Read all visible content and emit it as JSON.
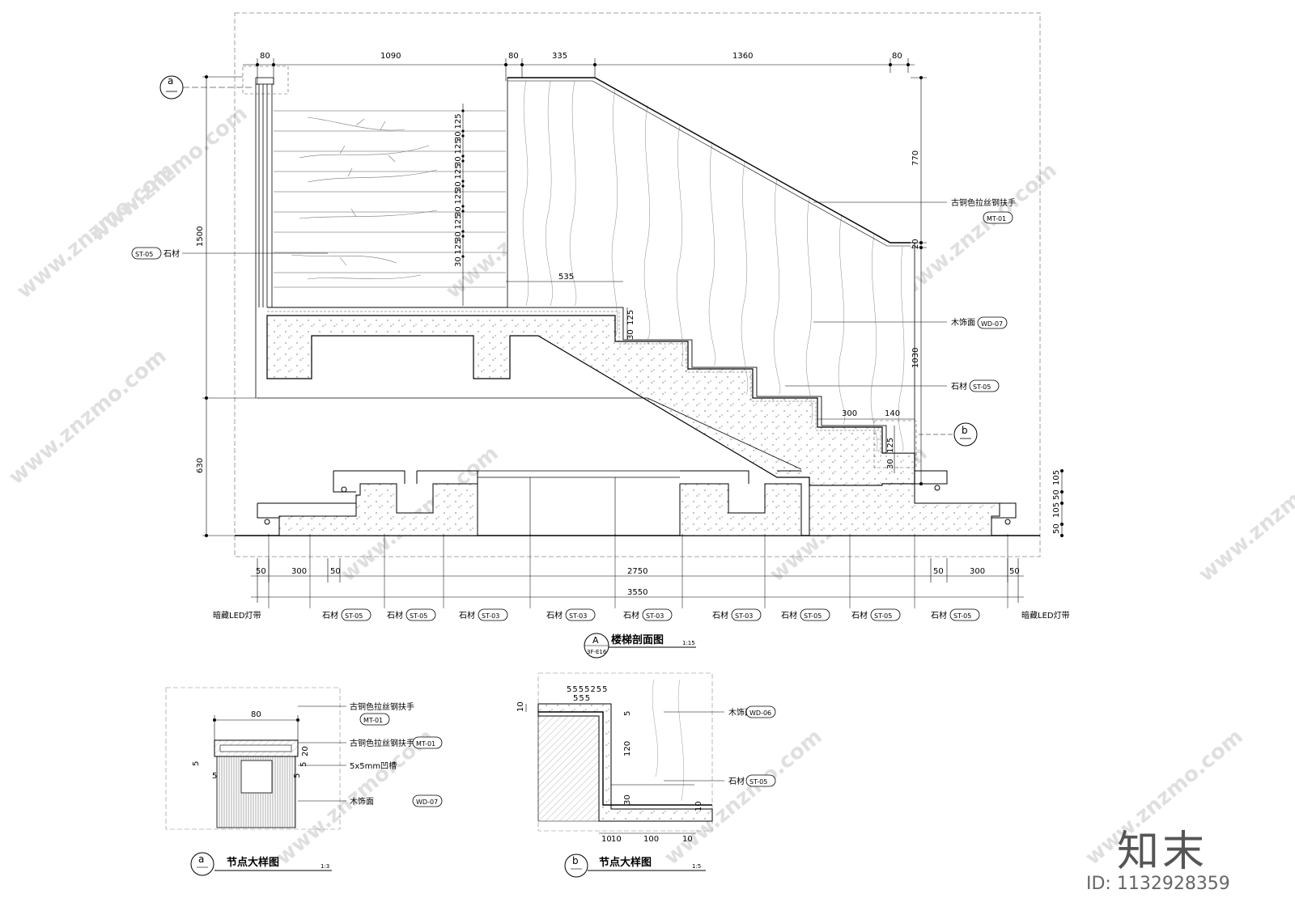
{
  "main_section": {
    "title": "楼梯剖面图",
    "scale": "1:15",
    "tag_letter": "A",
    "tag_ref": "3F-E16",
    "top_dims": [
      "80",
      "1090",
      "80",
      "335",
      "1360",
      "80"
    ],
    "bottom_dims_row1": [
      "50",
      "300",
      "50",
      "2750",
      "50",
      "300",
      "50"
    ],
    "bottom_total": "3550",
    "left_dims": [
      "1500",
      "630"
    ],
    "rail_spacing": [
      "125",
      "30",
      "125",
      "30",
      "125",
      "30",
      "125",
      "30",
      "125",
      "30",
      "125",
      "30"
    ],
    "right_dims": [
      "770",
      "20",
      "1030"
    ],
    "inner_dims": {
      "d535": "535",
      "d125": "125",
      "d30": "30",
      "d300": "300",
      "d140": "140",
      "d125b": "125",
      "d30b": "30",
      "d105a": "105",
      "d50a": "50",
      "d105b": "105",
      "d50b": "50"
    },
    "callouts": {
      "handrail": "古铜色拉丝钢扶手",
      "handrail_code": "MT-01",
      "wood_panel": "木饰面",
      "wood_code": "WD-07",
      "stone": "石材",
      "stone_code": "ST-05",
      "left_stone": "石材",
      "left_stone_code": "ST-05"
    },
    "bottom_labels": [
      {
        "text": "暗藏LED灯带",
        "code": ""
      },
      {
        "text": "石材",
        "code": "ST-05"
      },
      {
        "text": "石材",
        "code": "ST-05"
      },
      {
        "text": "石材",
        "code": "ST-03"
      },
      {
        "text": "石材",
        "code": "ST-03"
      },
      {
        "text": "石材",
        "code": "ST-03"
      },
      {
        "text": "石材",
        "code": "ST-03"
      },
      {
        "text": "石材",
        "code": "ST-05"
      },
      {
        "text": "石材",
        "code": "ST-05"
      },
      {
        "text": "石材",
        "code": "ST-05"
      },
      {
        "text": "暗藏LED灯带",
        "code": ""
      }
    ],
    "section_marks": [
      "a",
      "b"
    ]
  },
  "detail_a": {
    "title": "节点大样图",
    "scale": "1:3",
    "letter": "a",
    "width_dim": "80",
    "dims": [
      "20",
      "5",
      "5",
      "5",
      "5"
    ],
    "callouts": [
      {
        "text": "古铜色拉丝钢扶手",
        "code": "MT-01"
      },
      {
        "text": "古铜色拉丝钢扶手",
        "code": "MT-01"
      },
      {
        "text": "5x5mm凹槽",
        "code": ""
      },
      {
        "text": "木饰面",
        "code": "WD-07"
      }
    ]
  },
  "detail_b": {
    "title": "节点大样图",
    "scale": "1:5",
    "letter": "b",
    "top_dims_row1": "5555255",
    "top_dims_row2": "555",
    "side_dims": [
      "10",
      "5",
      "120",
      "30",
      "10"
    ],
    "bottom_dims": [
      "10",
      "10",
      "100",
      "10"
    ],
    "callouts": [
      {
        "text": "木饰面",
        "code": "WD-06"
      },
      {
        "text": "石材",
        "code": "ST-05"
      }
    ]
  },
  "watermark": {
    "site": "www.znzmo.com",
    "brand": "知末",
    "id": "ID: 1132928359"
  }
}
